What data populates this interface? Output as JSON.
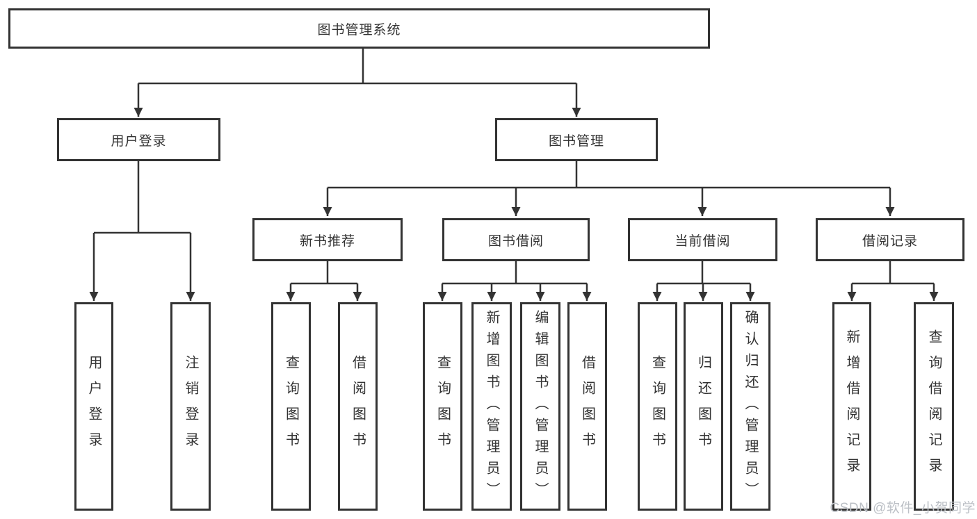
{
  "watermark": "CSDN @软件_小贺同学",
  "colors": {
    "line": "#333333",
    "text": "#333333",
    "watermark_gray": "#bcc0c6"
  },
  "diagram": {
    "type": "hierarchy-tree",
    "root": {
      "label": "图书管理系统",
      "children": [
        {
          "label": "用户登录",
          "children": [
            {
              "label": "用户登录"
            },
            {
              "label": "注销登录"
            }
          ]
        },
        {
          "label": "图书管理",
          "children": [
            {
              "label": "新书推荐",
              "children": [
                {
                  "label": "查询图书"
                },
                {
                  "label": "借阅图书"
                }
              ]
            },
            {
              "label": "图书借阅",
              "children": [
                {
                  "label": "查询图书"
                },
                {
                  "label": "新增图书（管理员）"
                },
                {
                  "label": "编辑图书（管理员）"
                },
                {
                  "label": "借阅图书"
                }
              ]
            },
            {
              "label": "当前借阅",
              "children": [
                {
                  "label": "查询图书"
                },
                {
                  "label": "归还图书"
                },
                {
                  "label": "确认归还（管理员）"
                }
              ]
            },
            {
              "label": "借阅记录",
              "children": [
                {
                  "label": "新增借阅记录"
                },
                {
                  "label": "查询借阅记录"
                }
              ]
            }
          ]
        }
      ]
    }
  }
}
